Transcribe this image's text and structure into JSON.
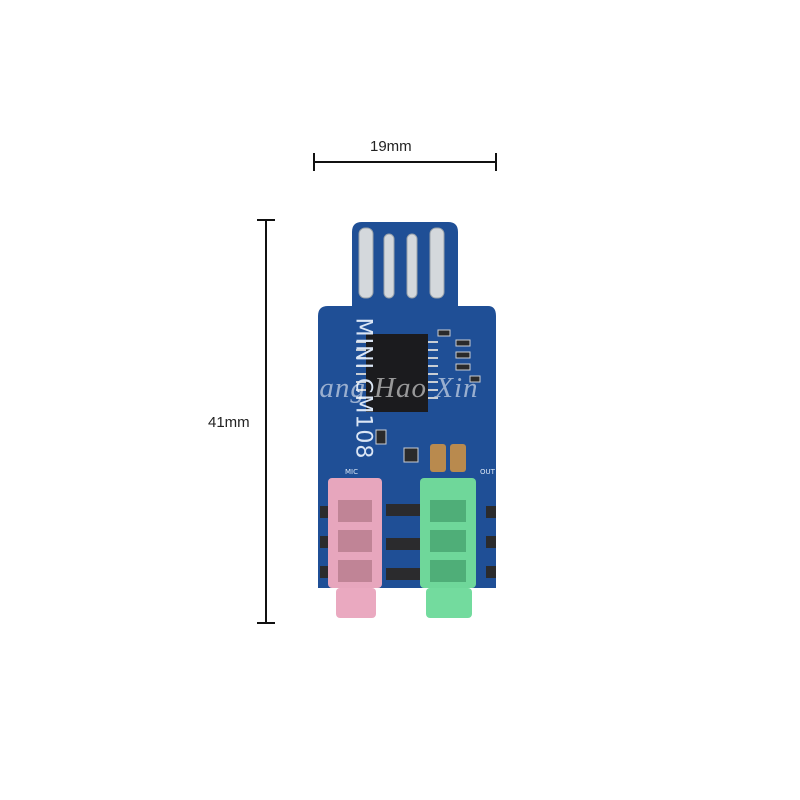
{
  "dimensions": {
    "width_label": "19mm",
    "height_label": "41mm"
  },
  "board": {
    "model_text": "MINI CM108",
    "mic_label": "MIC",
    "out_label": "OUT",
    "watermark": "Chuang Hao Xin",
    "pcb_color": "#1f4f96",
    "mic_jack_color": "#e7a6bd",
    "out_jack_color": "#6fd79a"
  }
}
